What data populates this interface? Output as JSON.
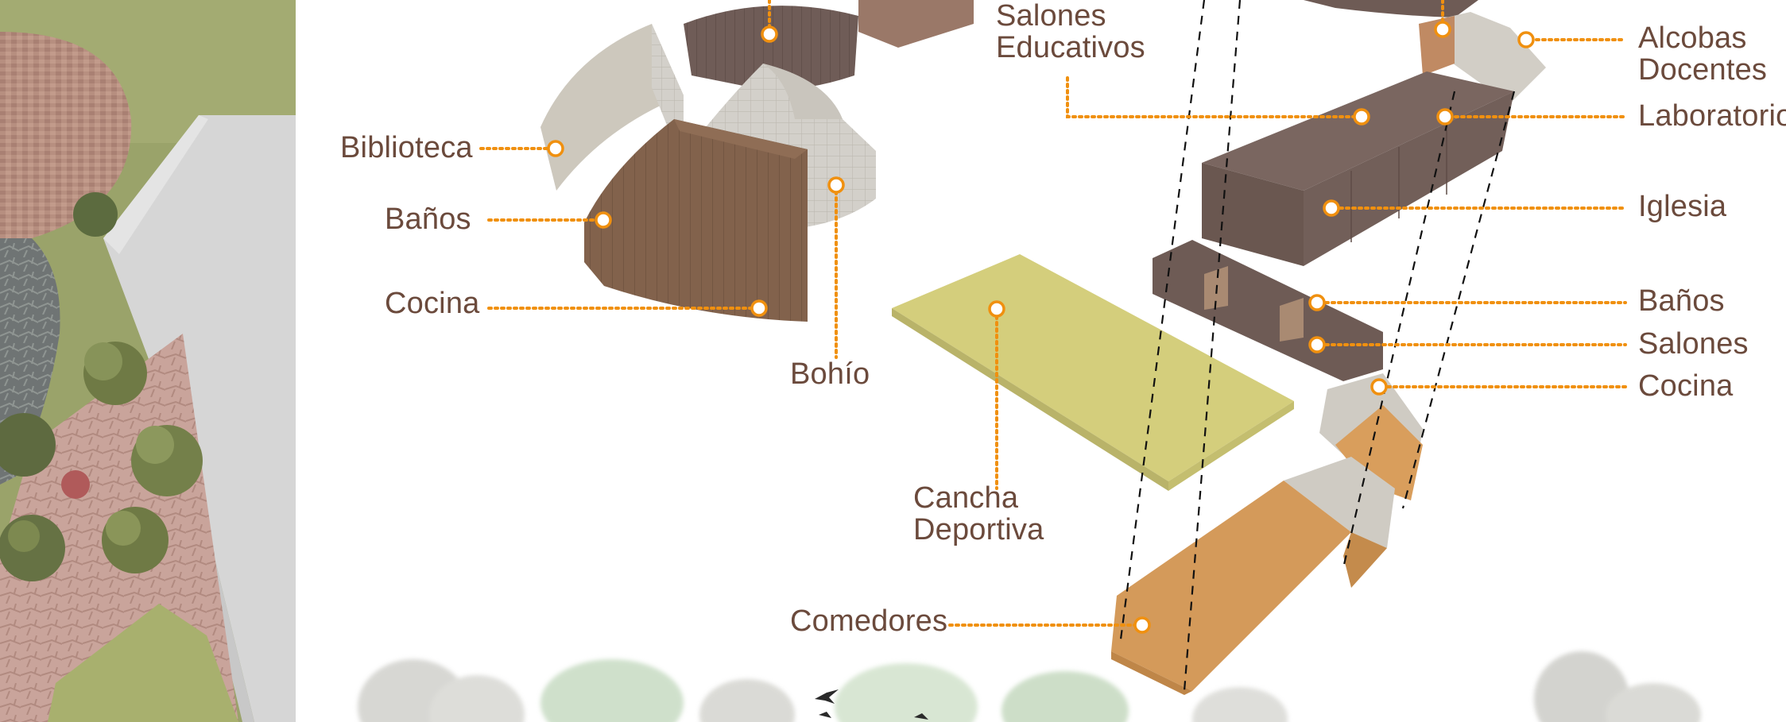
{
  "colors": {
    "label_text": "#6b4a3c",
    "leader_line": "#f0900f",
    "dark_block": "#6e5b55",
    "brown_block": "#82624c",
    "light_gray_block": "#c6c2b8",
    "orange_block": "#d99e5c",
    "court_yellow": "#d4ce7c",
    "grass_green": "#9aa36a"
  },
  "labels": {
    "salones_educativos_1": "Salones",
    "salones_educativos_2": "Educativos",
    "biblioteca": "Biblioteca",
    "banos_left": "Baños",
    "cocina_left": "Cocina",
    "bohio": "Bohío",
    "cancha_1": "Cancha",
    "cancha_2": "Deportiva",
    "comedores": "Comedores",
    "alcobas_1": "Alcobas",
    "alcobas_2": "Docentes",
    "laboratorio": "Laboratorio",
    "iglesia": "Iglesia",
    "banos_right": "Baños",
    "salones_right": "Salones",
    "cocina_right": "Cocina"
  }
}
